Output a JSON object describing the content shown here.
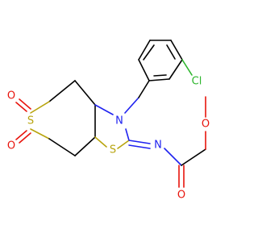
{
  "molecule": {
    "atoms": [
      {
        "id": "S_ring",
        "label": "S",
        "color": "#b8a40e"
      },
      {
        "id": "O_sulfonyl_top",
        "label": "O",
        "color": "#e8140c"
      },
      {
        "id": "O_sulfonyl_bottom",
        "label": "O",
        "color": "#e8140c"
      },
      {
        "id": "N_ring",
        "label": "N",
        "color": "#1f22f0"
      },
      {
        "id": "S_thiazolidine",
        "label": "S",
        "color": "#b8a40e"
      },
      {
        "id": "N_imine",
        "label": "N",
        "color": "#1f22f0"
      },
      {
        "id": "O_carbonyl",
        "label": "O",
        "color": "#e8140c"
      },
      {
        "id": "O_methoxy",
        "label": "O",
        "color": "#e8140c"
      },
      {
        "id": "Cl",
        "label": "Cl",
        "color": "#2cb52c"
      }
    ],
    "colors": {
      "carbon_bond": "#000000",
      "nitrogen": "#1f22f0",
      "sulfur": "#b8a40e",
      "oxygen": "#e8140c",
      "chlorine": "#2cb52c"
    }
  }
}
